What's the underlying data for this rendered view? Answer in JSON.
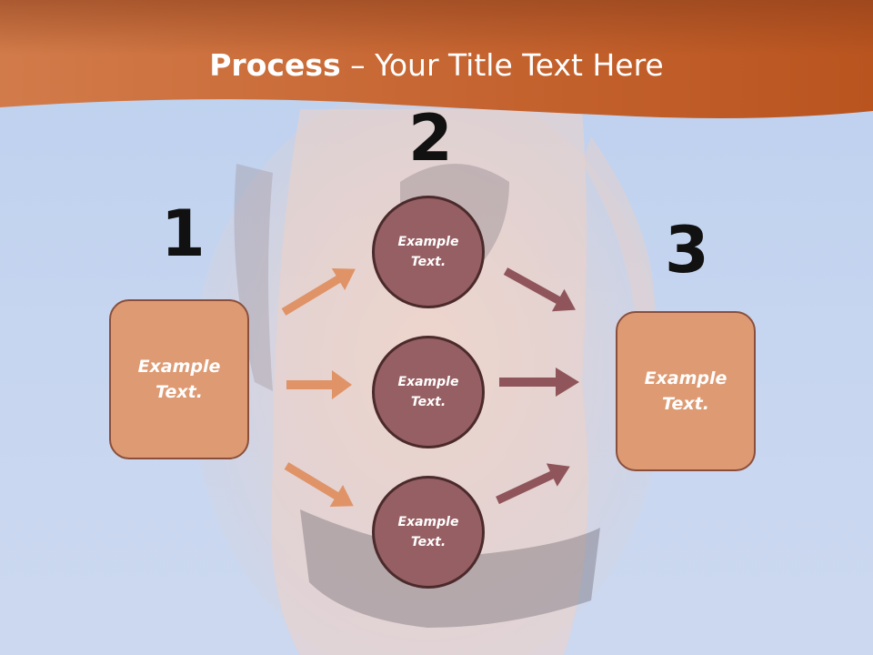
{
  "title": {
    "bold_part": "Process",
    "rest_part": " – Your Title Text Here"
  },
  "steps": [
    {
      "number": "1",
      "box_text": "Example\nText."
    },
    {
      "number": "2",
      "circles": [
        "Example\nText.",
        "Example\nText.",
        "Example\nText."
      ]
    },
    {
      "number": "3",
      "box_text": "Example\nText."
    }
  ],
  "colors": {
    "header": "#c9612a",
    "background": "#c4d3ee",
    "box_fill": "#dd9a73",
    "circle_fill": "#955f63",
    "left_arrow": "#df9367",
    "right_arrow": "#8f555b"
  }
}
